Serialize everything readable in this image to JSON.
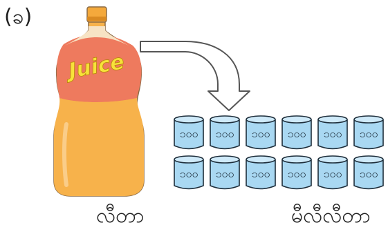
{
  "question_number": "(ခ)",
  "bottle": {
    "label_text": "Juice",
    "caption": "လီတာ",
    "colors": {
      "cap": "#f4a93c",
      "cap_shadow": "#d98a22",
      "neck": "#f7e3c4",
      "label_band": "#ee7a5e",
      "juice": "#f7b24b",
      "juice_light": "#fbd28a",
      "label_text": "#f7e23a",
      "outline": "#8a6a45"
    }
  },
  "arrow": {
    "fill": "#ffffff",
    "stroke": "#555555"
  },
  "cups": {
    "caption": "မီလီလီတာ",
    "rows": 2,
    "cols": 6,
    "cup_label": "၁၀၀",
    "colors": {
      "fill": "#a9d8f2",
      "top": "#cfeaf9",
      "stroke": "#1d2d3a",
      "label": "#1d2d3a"
    }
  }
}
